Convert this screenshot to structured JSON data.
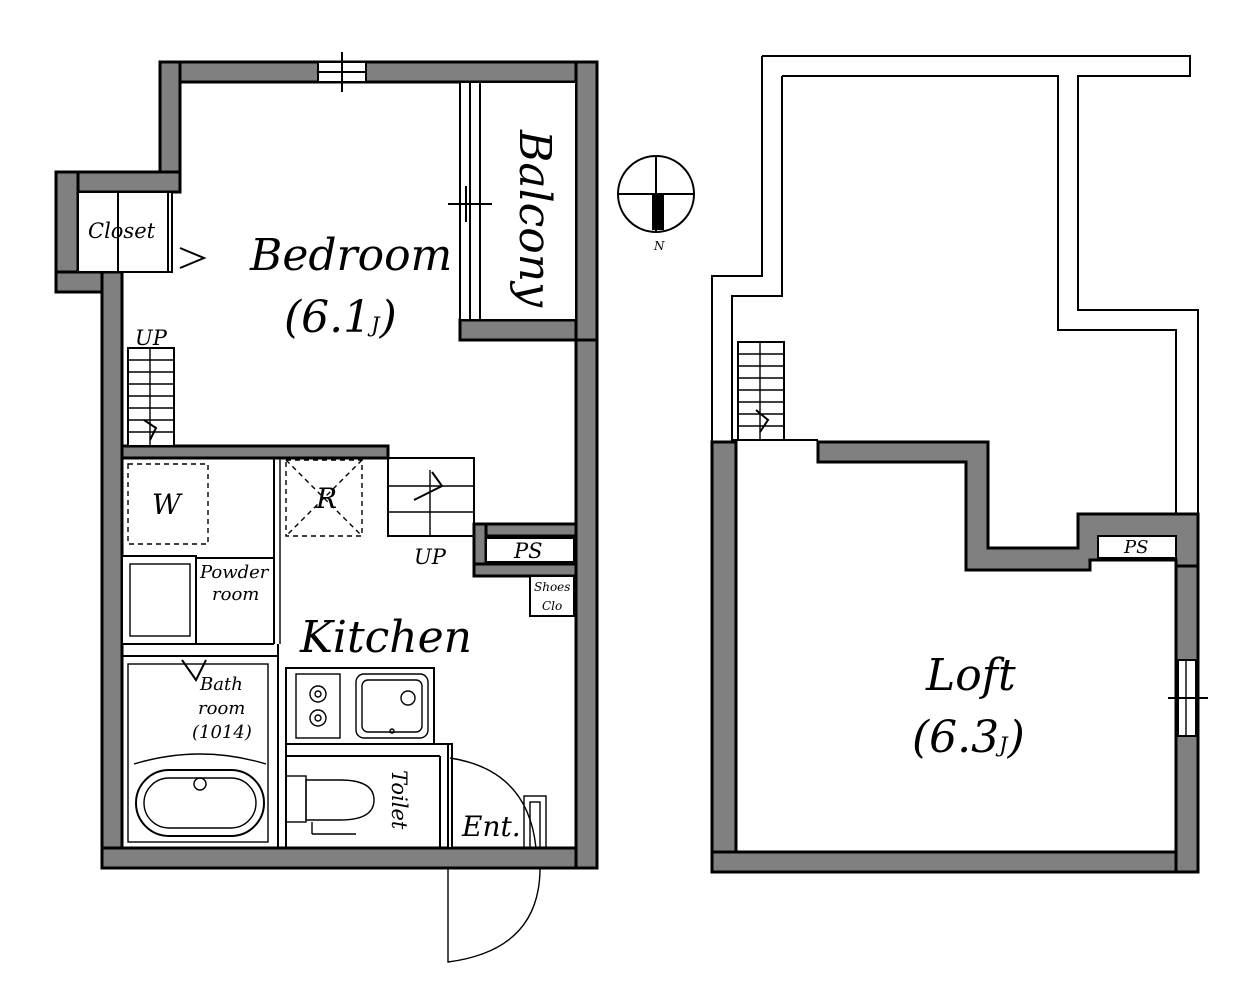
{
  "rooms": {
    "closet": "Closet",
    "bedroom": "Bedroom",
    "bedroom_size": "(6.1",
    "bedroom_unit": "J",
    "balcony": "Balcony",
    "up_bedroom": "UP",
    "washer": "W",
    "fridge": "R",
    "up_kitchen": "UP",
    "ps_left": "PS",
    "shoes_line1": "Shoes",
    "shoes_line2": "Clo",
    "powder_line1": "Powder",
    "powder_line2": "room",
    "kitchen": "Kitchen",
    "bath_line1": "Bath",
    "bath_line2": "room",
    "bath_line3": "(1014)",
    "toilet": "Toilet",
    "entrance": "Ent.",
    "loft": "Loft",
    "loft_size": "(6.3",
    "loft_unit": "J",
    "ps_right": "PS",
    "compass_n": "N"
  },
  "colors": {
    "wall": "#808080",
    "line": "#000000",
    "background": "#ffffff"
  }
}
